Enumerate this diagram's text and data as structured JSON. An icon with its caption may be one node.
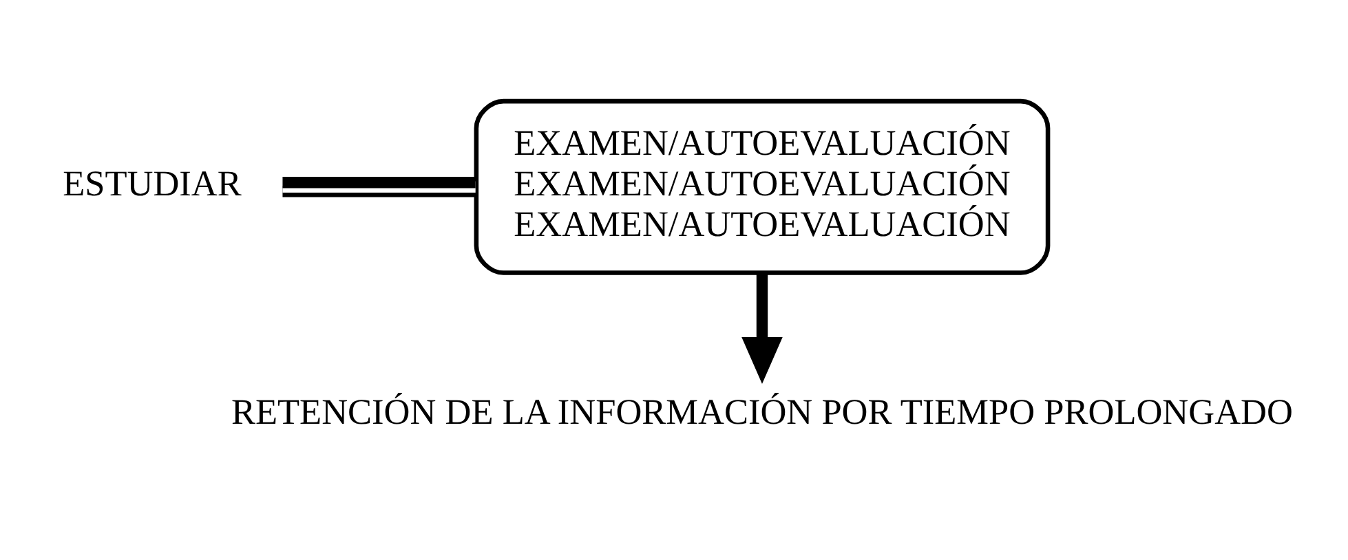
{
  "diagram": {
    "nodes": [
      {
        "text": [
          "ESTUDIAR"
        ]
      },
      {
        "text": [
          "EXAMEN/AUTOEVALUACIÓN",
          "EXAMEN/AUTOEVALUACIÓN",
          "EXAMEN/AUTOEVALUACIÓN"
        ]
      },
      {
        "text": [
          "RETENCIÓN DE LA INFORMACIÓN POR TIEMPO PROLONGADO"
        ]
      }
    ],
    "edges": [
      {
        "from": 0,
        "to": 1,
        "arrow": "none"
      },
      {
        "from": 1,
        "to": 2,
        "arrow": "to"
      }
    ]
  }
}
